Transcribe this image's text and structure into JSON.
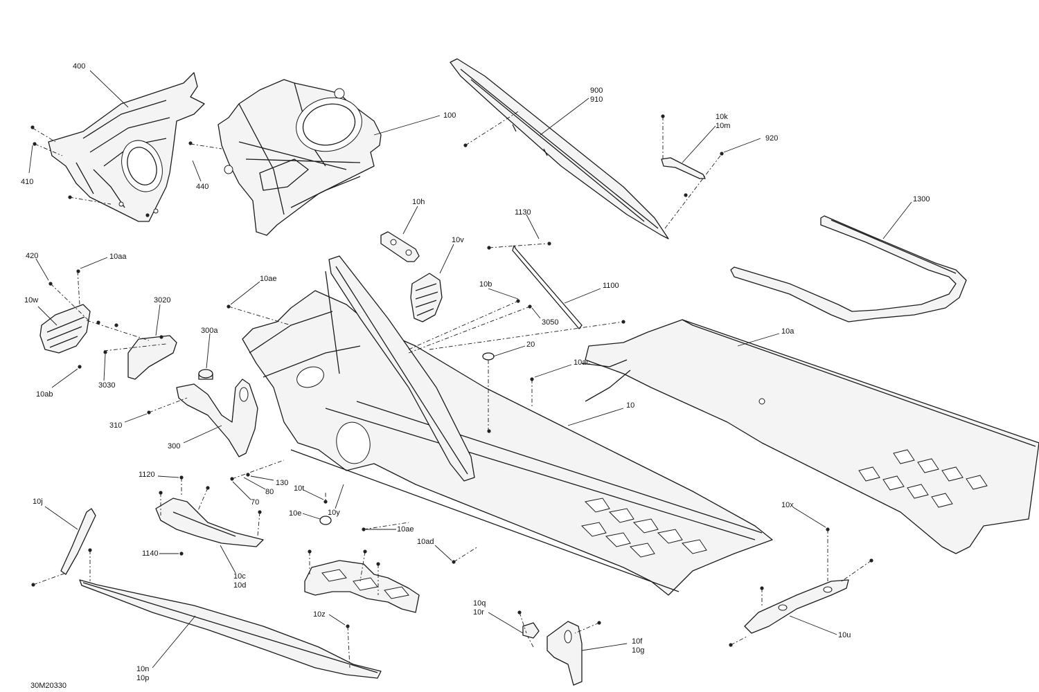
{
  "figure_id": "30M20330",
  "callouts": [
    {
      "id": "c400",
      "lines": [
        "400"
      ]
    },
    {
      "id": "c410",
      "lines": [
        "410"
      ]
    },
    {
      "id": "c440",
      "lines": [
        "440"
      ]
    },
    {
      "id": "c100",
      "lines": [
        "100"
      ]
    },
    {
      "id": "c900",
      "lines": [
        "900",
        "910"
      ]
    },
    {
      "id": "c10k",
      "lines": [
        "10k",
        "10m"
      ]
    },
    {
      "id": "c920",
      "lines": [
        "920"
      ]
    },
    {
      "id": "c1300",
      "lines": [
        "1300"
      ]
    },
    {
      "id": "c10h",
      "lines": [
        "10h"
      ]
    },
    {
      "id": "c1130",
      "lines": [
        "1130"
      ]
    },
    {
      "id": "c10v",
      "lines": [
        "10v"
      ]
    },
    {
      "id": "c420",
      "lines": [
        "420"
      ]
    },
    {
      "id": "c10aa",
      "lines": [
        "10aa"
      ]
    },
    {
      "id": "c10ae1",
      "lines": [
        "10ae"
      ]
    },
    {
      "id": "c1100",
      "lines": [
        "1100"
      ]
    },
    {
      "id": "c10b",
      "lines": [
        "10b"
      ]
    },
    {
      "id": "c10w",
      "lines": [
        "10w"
      ]
    },
    {
      "id": "c3020",
      "lines": [
        "3020"
      ]
    },
    {
      "id": "c3050",
      "lines": [
        "3050"
      ]
    },
    {
      "id": "c10a",
      "lines": [
        "10a"
      ]
    },
    {
      "id": "c300a",
      "lines": [
        "300a"
      ]
    },
    {
      "id": "c20",
      "lines": [
        "20"
      ]
    },
    {
      "id": "c10ac",
      "lines": [
        "10ac"
      ]
    },
    {
      "id": "c3030",
      "lines": [
        "3030"
      ]
    },
    {
      "id": "c10ab",
      "lines": [
        "10ab"
      ]
    },
    {
      "id": "c10",
      "lines": [
        "10"
      ]
    },
    {
      "id": "c310",
      "lines": [
        "310"
      ]
    },
    {
      "id": "c300",
      "lines": [
        "300"
      ]
    },
    {
      "id": "c1120",
      "lines": [
        "1120"
      ]
    },
    {
      "id": "c130",
      "lines": [
        "130"
      ]
    },
    {
      "id": "c80",
      "lines": [
        "80"
      ]
    },
    {
      "id": "c70",
      "lines": [
        "70"
      ]
    },
    {
      "id": "c10t",
      "lines": [
        "10t"
      ]
    },
    {
      "id": "c10y",
      "lines": [
        "10y"
      ]
    },
    {
      "id": "c10j",
      "lines": [
        "10j"
      ]
    },
    {
      "id": "c10e",
      "lines": [
        "10e"
      ]
    },
    {
      "id": "c10ae2",
      "lines": [
        "10ae"
      ]
    },
    {
      "id": "c10x",
      "lines": [
        "10x"
      ]
    },
    {
      "id": "c1140",
      "lines": [
        "1140"
      ]
    },
    {
      "id": "c10ad",
      "lines": [
        "10ad"
      ]
    },
    {
      "id": "c10c",
      "lines": [
        "10c",
        "10d"
      ]
    },
    {
      "id": "c10z",
      "lines": [
        "10z"
      ]
    },
    {
      "id": "c10q",
      "lines": [
        "10q",
        "10r"
      ]
    },
    {
      "id": "c10f",
      "lines": [
        "10f",
        "10g"
      ]
    },
    {
      "id": "c10u",
      "lines": [
        "10u"
      ]
    },
    {
      "id": "c10n",
      "lines": [
        "10n",
        "10p"
      ]
    }
  ]
}
